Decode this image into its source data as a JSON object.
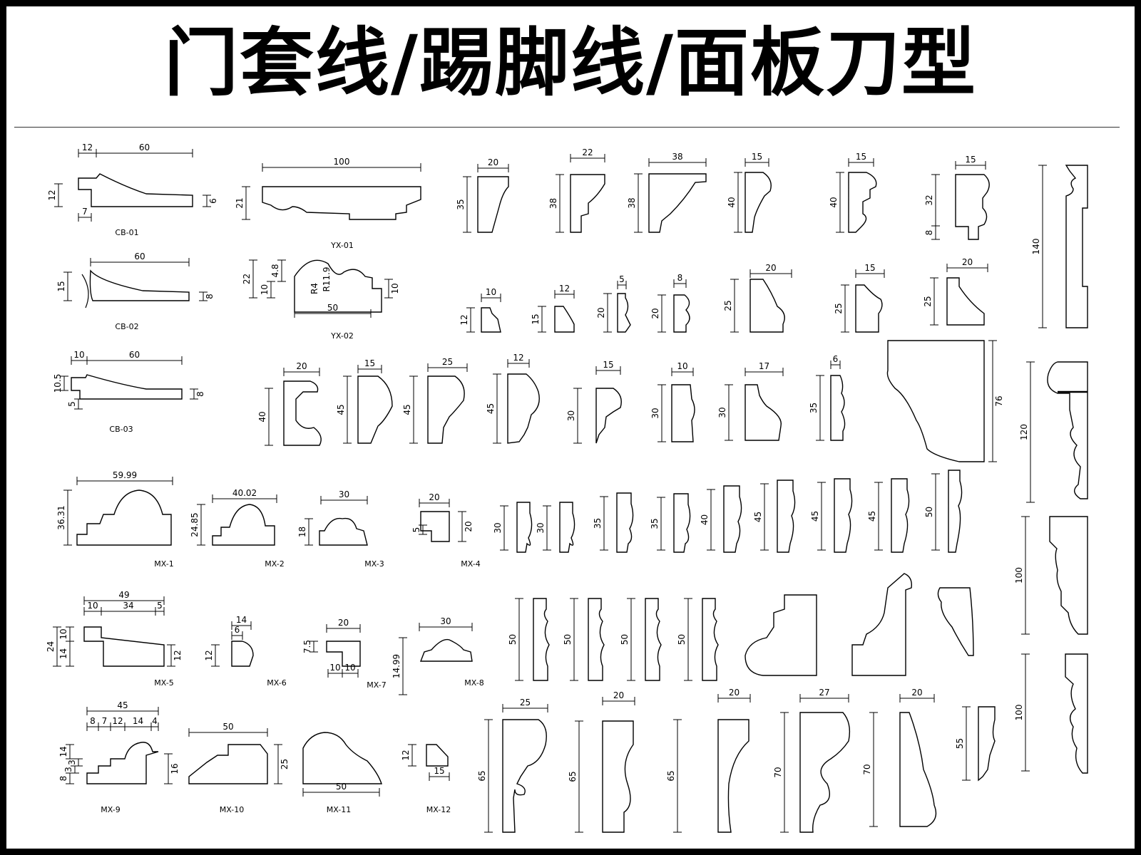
{
  "page": {
    "title": "门套线/踢脚线/面板刀型"
  },
  "profiles": [
    {
      "id": "cb01",
      "label": "CB-01",
      "dims": [
        "12",
        "60",
        "12",
        "7",
        "6"
      ]
    },
    {
      "id": "yx01",
      "label": "YX-01",
      "dims": [
        "100",
        "21"
      ]
    },
    {
      "id": "cb02",
      "label": "CB-02",
      "dims": [
        "60",
        "15",
        "8"
      ]
    },
    {
      "id": "yx02",
      "label": "YX-02",
      "dims": [
        "22",
        "10",
        "4.8",
        "R11.9",
        "R4",
        "10",
        "50"
      ]
    },
    {
      "id": "cb03",
      "label": "CB-03",
      "dims": [
        "10",
        "60",
        "10.5",
        "5",
        "8"
      ]
    },
    {
      "id": "mx1",
      "label": "MX-1",
      "dims": [
        "59.99",
        "36.31"
      ]
    },
    {
      "id": "mx2",
      "label": "MX-2",
      "dims": [
        "40.02",
        "24.85"
      ]
    },
    {
      "id": "mx3",
      "label": "MX-3",
      "dims": [
        "30",
        "18"
      ]
    },
    {
      "id": "mx4",
      "label": "MX-4",
      "dims": [
        "20",
        "5",
        "20"
      ]
    },
    {
      "id": "mx5",
      "label": "MX-5",
      "dims": [
        "49",
        "10",
        "34",
        "5",
        "24",
        "10",
        "14",
        "12"
      ]
    },
    {
      "id": "mx6",
      "label": "MX-6",
      "dims": [
        "14",
        "6",
        "12"
      ]
    },
    {
      "id": "mx7",
      "label": "MX-7",
      "dims": [
        "20",
        "7.5",
        "10",
        "10"
      ]
    },
    {
      "id": "mx8",
      "label": "MX-8",
      "dims": [
        "30",
        "14.99"
      ]
    },
    {
      "id": "mx9",
      "label": "MX-9",
      "dims": [
        "45",
        "8",
        "7",
        "12",
        "14",
        "4",
        "8",
        "3",
        "3",
        "14",
        "16"
      ]
    },
    {
      "id": "mx10",
      "label": "MX-10",
      "dims": [
        "50",
        "25"
      ]
    },
    {
      "id": "mx11",
      "label": "MX-11",
      "dims": [
        "50"
      ]
    },
    {
      "id": "mx12",
      "label": "MX-12",
      "dims": [
        "12",
        "15"
      ]
    }
  ],
  "unlabeled_dims": {
    "row1": [
      [
        "20",
        "35"
      ],
      [
        "22",
        "38"
      ],
      [
        "38",
        "38"
      ],
      [
        "15",
        "40"
      ],
      [
        "15",
        "40"
      ],
      [
        "15",
        "32",
        "8"
      ]
    ],
    "tall": [
      "140",
      "120",
      "100",
      "100",
      "76"
    ],
    "row2": [
      [
        "10",
        "12"
      ],
      [
        "12",
        "15"
      ],
      [
        "5",
        "20"
      ],
      [
        "8",
        "20"
      ],
      [
        "20",
        "25"
      ],
      [
        "15",
        "25"
      ],
      [
        "20",
        "25"
      ]
    ],
    "row3": [
      [
        "20",
        "40"
      ],
      [
        "15",
        "45"
      ],
      [
        "25",
        "45"
      ],
      [
        "12",
        "45"
      ],
      [
        "15",
        "30"
      ],
      [
        "10",
        "30"
      ],
      [
        "17",
        "30"
      ],
      [
        "6",
        "35"
      ]
    ],
    "row4": [
      "30",
      "30",
      "35",
      "35",
      "40",
      "45",
      "45",
      "45",
      "50"
    ],
    "row5": [
      "50",
      "50",
      "50",
      "50"
    ],
    "row6": [
      [
        "25",
        "65"
      ],
      [
        "20",
        "65"
      ],
      [
        "20",
        "65"
      ],
      [
        "27",
        "70"
      ],
      [
        "20",
        "70"
      ],
      [
        "55"
      ]
    ]
  }
}
